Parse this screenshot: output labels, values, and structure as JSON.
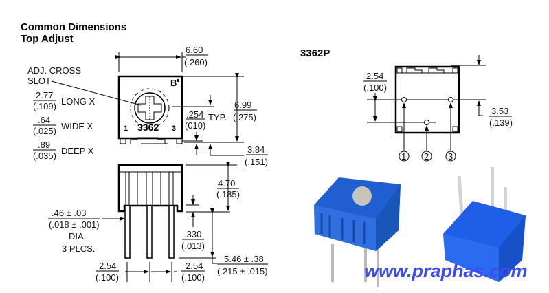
{
  "title": {
    "line1": "Common Dimensions",
    "line2": "Top Adjust"
  },
  "top_view": {
    "adj_label1": "ADJ. CROSS",
    "adj_label2": "SLOT",
    "long": {
      "mm": "2.77",
      "in": "(.109)",
      "label": "LONG X"
    },
    "wide": {
      "mm": ".64",
      "in": "(.025)",
      "label": "WIDE X"
    },
    "deep": {
      "mm": ".89",
      "in": "(.035)",
      "label": "DEEP X"
    },
    "width": {
      "mm": "6.60",
      "in": "(.260)"
    },
    "height": {
      "mm": "6.99",
      "in": "(.275)"
    },
    "typ": {
      "mm": ".254",
      "in": "(010)",
      "label": "TYP."
    },
    "offset": {
      "mm": "3.84",
      "in": "(.151)"
    },
    "body_text": "3362",
    "pin1": "1",
    "pin3": "3"
  },
  "side_view": {
    "height": {
      "mm": "4.70",
      "in": "(.185)"
    },
    "pin_dia": {
      "mm": ".46 ± .03",
      "in": "(.018 ± .001)",
      "l1": "DIA.",
      "l2": "3 PLCS."
    },
    "standoff": {
      "mm": ".330",
      "in": "(.013)"
    },
    "pin_len": {
      "mm": "5.46 ± .38",
      "in": "(.215 ± .015)"
    },
    "pitch_left": {
      "mm": "2.54",
      "in": "(.100)"
    },
    "pitch_right": {
      "mm": "2.54",
      "in": "(.100)"
    }
  },
  "bottom_view": {
    "model": "3362P",
    "pitch": {
      "mm": "2.54",
      "in": "(.100)"
    },
    "offset": {
      "mm": "3.53",
      "in": "(.139)"
    },
    "pins": [
      "1",
      "2",
      "3"
    ]
  },
  "watermark": "www.praphas.com",
  "colors": {
    "part_blue": "#1f5fd0",
    "watermark": "#3b4cf0"
  }
}
